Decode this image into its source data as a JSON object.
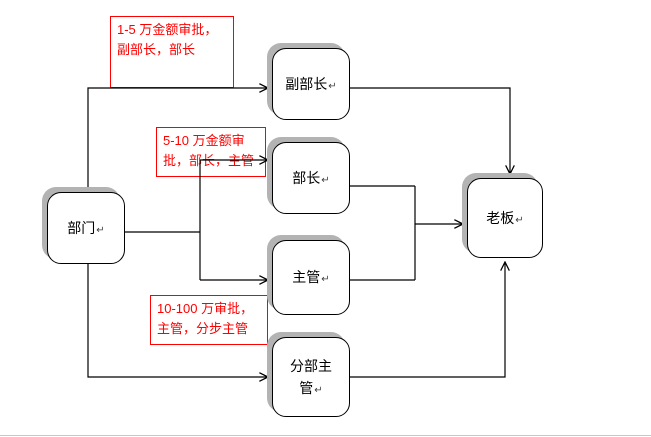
{
  "page": {
    "background": "#ffffff"
  },
  "diagram": {
    "nodes": [
      {
        "id": "department",
        "label": "部门",
        "mark": "↵"
      },
      {
        "id": "vice-minister",
        "label": "副部长",
        "mark": "↵"
      },
      {
        "id": "minister",
        "label": "部长",
        "mark": "↵"
      },
      {
        "id": "supervisor",
        "label": "主管",
        "mark": "↵"
      },
      {
        "id": "branch-supervisor",
        "label": "分部主管",
        "mark": "↵"
      },
      {
        "id": "boss",
        "label": "老板",
        "mark": "↵"
      }
    ],
    "annotations": [
      {
        "text": "1-5 万金额审批，副部长，部长"
      },
      {
        "text": "5-10 万金额审批，部长，主管"
      },
      {
        "text": "10-100 万审批，主管，分步主管"
      }
    ],
    "colors": {
      "annotation_text": "#ff0000",
      "annotation_border": "#ff0000",
      "node_border": "#000000",
      "node_fill": "#ffffff",
      "shadow": "#b3b3b3",
      "connector": "#000000"
    }
  }
}
